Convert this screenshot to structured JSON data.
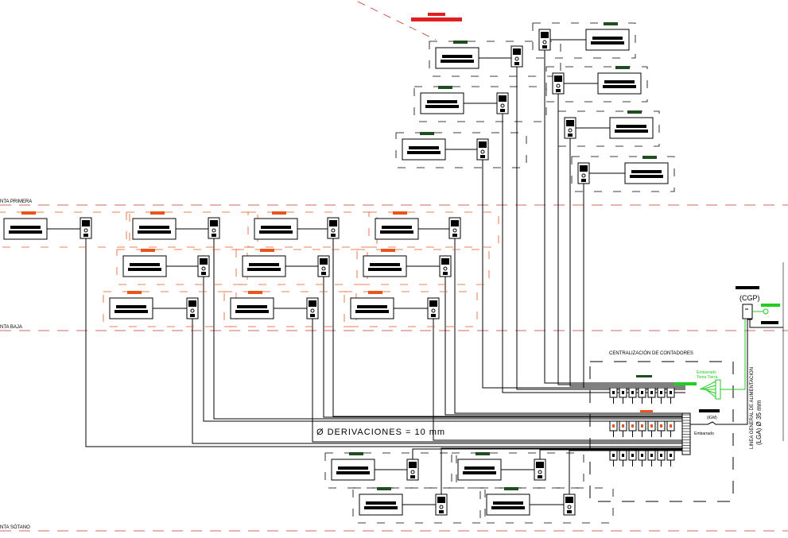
{
  "floors": {
    "first": "NTA PRIMERA",
    "ground": "NTA BAJA",
    "basement": "NTA SÓTANO"
  },
  "derivations_label": "Ø DERIVACIONES = 10 mm",
  "centralization_label": "CENTRALIZACIÓN DE CONTADORES",
  "cgp_label": "(CGP)",
  "earth_bar_label_1": "Embarrado",
  "earth_bar_label_2": "Toma Tierra",
  "igm_label": "(IGM)",
  "busbar_label": "Embarrado",
  "lga_label_1": "LINEA GENERAL DE ALIMENTACION",
  "lga_label_2": "(LGA) Ø 35 mm",
  "colors": {
    "line": "#000000",
    "dash_red": "#c0392b",
    "orange": "#e8561c",
    "green": "#22cc22",
    "dark_green": "#1e4d1e"
  }
}
